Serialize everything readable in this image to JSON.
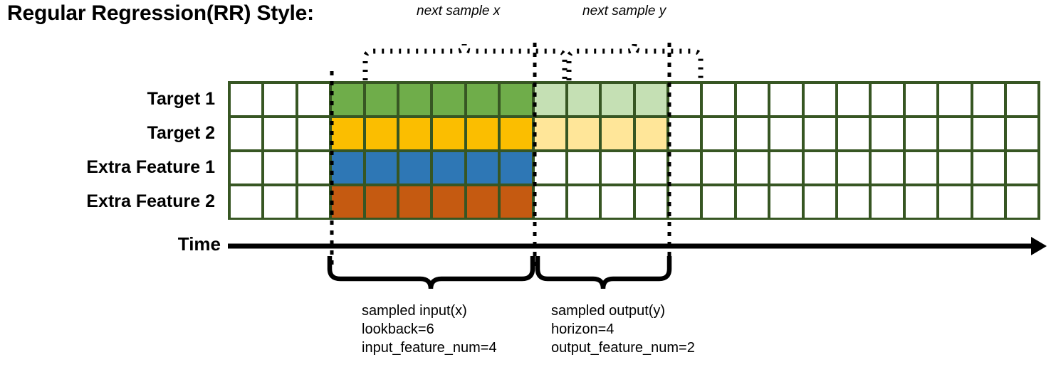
{
  "title": "Regular Regression(RR) Style:",
  "top_annotations": {
    "next_sample_x": "next sample x",
    "next_sample_y": "next sample y"
  },
  "rows": [
    {
      "label": "Target 1",
      "color": "#6FAD4A",
      "light_color": "#C5E0B4",
      "has_horizon": true
    },
    {
      "label": "Target 2",
      "color": "#FBBE00",
      "light_color": "#FFE699",
      "has_horizon": true
    },
    {
      "label": "Extra Feature 1",
      "color": "#2E77B5",
      "light_color": "#FFFFFF",
      "has_horizon": false
    },
    {
      "label": "Extra Feature 2",
      "color": "#C55A11",
      "light_color": "#FFFFFF",
      "has_horizon": false
    }
  ],
  "grid": {
    "total_columns": 24,
    "lead_empty_columns": 3,
    "input_columns": 6,
    "output_columns": 4,
    "border_color": "#375623",
    "empty_cell_color": "#FFFFFF"
  },
  "time_axis": {
    "label": "Time"
  },
  "bottom_annotations": {
    "input": {
      "line1": "sampled input(x)",
      "line2": "lookback=6",
      "line3": "input_feature_num=4"
    },
    "output": {
      "line1": "sampled output(y)",
      "line2": "horizon=4",
      "line3": "output_feature_num=2"
    }
  }
}
